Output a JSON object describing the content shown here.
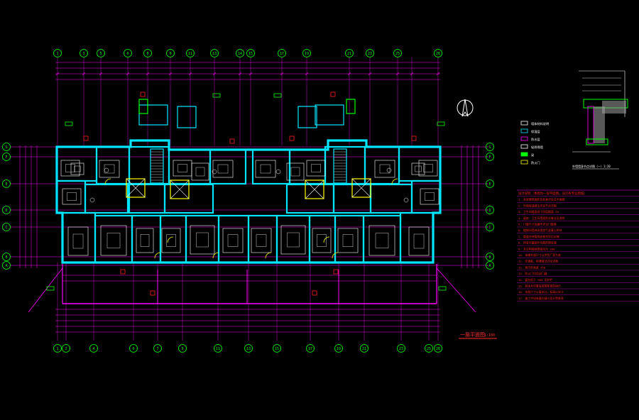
{
  "colors": {
    "background": "#000000",
    "grid": "#ff00ff",
    "wall": "#00e5ff",
    "furniture": "#ffffff",
    "door": "#ffff00",
    "dim": "#ff00ff",
    "axis": "#00ff00",
    "note": "#ff2020",
    "title": "#ff3030"
  },
  "axes": {
    "top": [
      "1",
      "3",
      "5",
      "6",
      "8",
      "9",
      "11",
      "13",
      "14",
      "15",
      "17",
      "19",
      "21",
      "23",
      "25",
      "26"
    ],
    "bottom": [
      "1",
      "2",
      "4",
      "6",
      "7",
      "9",
      "11",
      "13",
      "15",
      "17",
      "19",
      "21",
      "23",
      "25",
      "26"
    ],
    "left": [
      "G",
      "F",
      "E",
      "D",
      "C",
      "B",
      "A"
    ],
    "right": [
      "G",
      "F",
      "E",
      "D",
      "C",
      "B",
      "A"
    ]
  },
  "floor_plan": {
    "title": "一层平面图",
    "scale": "1:100"
  },
  "detail": {
    "title": "外墙墙身节点详图（一）1:20"
  },
  "legend": {
    "items": [
      "墙体材料说明",
      "保温层",
      "防水层",
      "轻质隔墙",
      "梁",
      "防火门"
    ]
  },
  "notes": {
    "lines": [
      "设计说明（本图为一层平面图，详见各专业图纸）",
      "1. 本层建筑面积及标高详见总平面图",
      "2. 外墙保温做法详见节点详图",
      "3. 卫生间楼面低于同层楼面 20",
      "4. 厨房、卫生间墙面防水做法见说明",
      "5. 门窗尺寸及编号详见门窗表",
      "6. 楼梯间墙体采用加气混凝土砌块",
      "7. 管道井待管线安装完毕后封堵",
      "8. 所有外露铁件均做防锈处理",
      "9. 未注明墙体厚度均为 200",
      "10. 电梯井道尺寸以供货厂家为准",
      "11. 空调板、雨篷做法详见详图",
      "12. 室内外高差 450",
      "13. 防火门均设闭门器",
      "14. 窗台低于 900 设护栏",
      "15. 其余未尽事宜按国家规范执行",
      "16. 本图尺寸以毫米计，标高以米计",
      "17. 施工中如有疑问请与设计院联系"
    ]
  }
}
